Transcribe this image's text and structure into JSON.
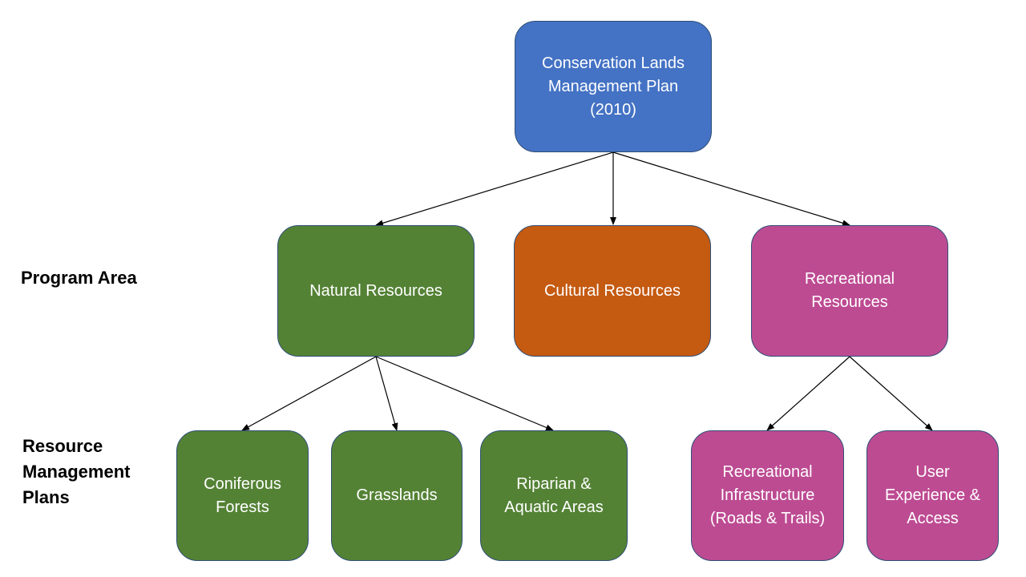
{
  "colors": {
    "root": "#4472c4",
    "natural": "#548235",
    "cultural": "#c55a11",
    "recreational": "#bd4b92"
  },
  "labels": {
    "program_area": "Program Area",
    "resource_management_plans": "Resource\nManagement\nPlans"
  },
  "nodes": {
    "root": "Conservation Lands\nManagement Plan\n(2010)",
    "natural": "Natural Resources",
    "cultural": "Cultural Resources",
    "recreational": "Recreational\nResources",
    "coniferous": "Coniferous\nForests",
    "grasslands": "Grasslands",
    "riparian": "Riparian &\nAquatic Areas",
    "infrastructure": "Recreational\nInfrastructure\n(Roads & Trails)",
    "user_experience": "User\nExperience &\nAccess"
  }
}
